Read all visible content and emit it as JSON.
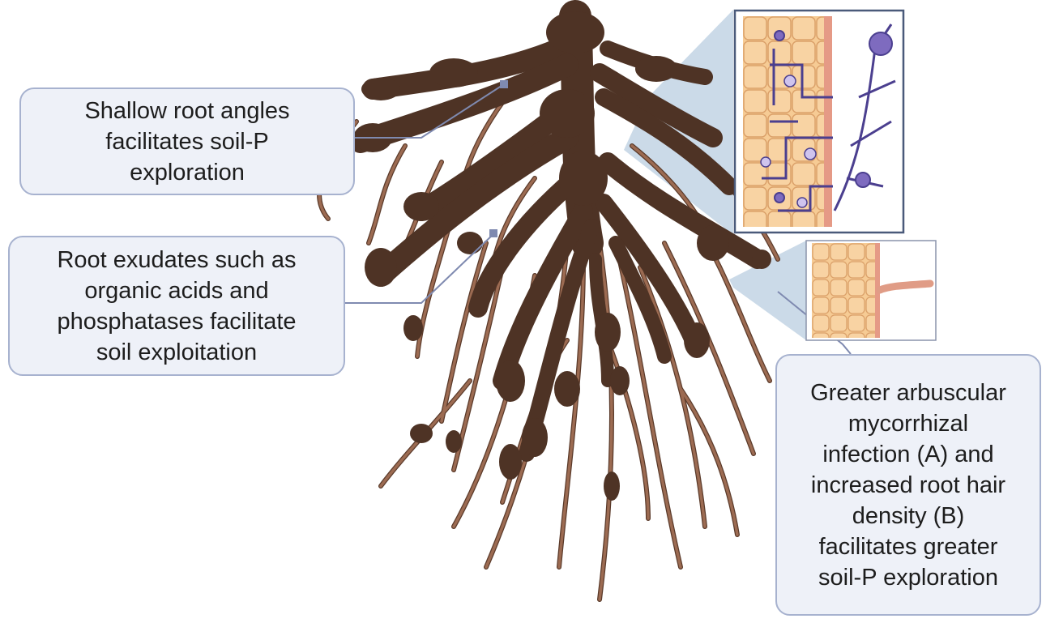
{
  "callouts": {
    "root_angles": {
      "lines": [
        "Shallow root angles",
        "facilitates soil-P",
        "exploration"
      ]
    },
    "root_exudates": {
      "lines": [
        "Root exudates such as",
        "organic acids and",
        "phosphatases facilitate",
        "soil exploitation"
      ]
    },
    "mycorrhiza": {
      "lines": [
        "Greater arbuscular",
        "mycorrhizal",
        "infection (A) and",
        "increased root hair",
        "density (B)",
        "facilitates greater",
        "soil-P exploration"
      ]
    }
  },
  "colors": {
    "soil_clump": "#4e3325",
    "root": "#9c6b52",
    "root_outline": "#5a3a2a",
    "callout_fill": "#eef1f8",
    "callout_border": "#a7b2cf",
    "connector": "#7f8ab0",
    "zoom_wedge": "#b9cde0",
    "cortex_cell": "#f6cb94",
    "cell_wall": "#dba16a",
    "fungal_hyphae": "#4b3f8f",
    "spore": "#7e6bbf",
    "root_hair": "#e09c86"
  }
}
